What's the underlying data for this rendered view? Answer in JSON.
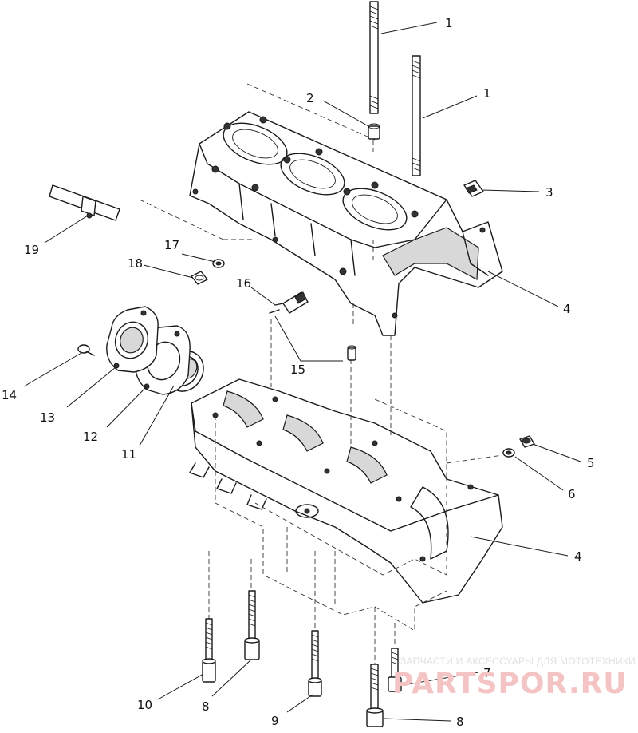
{
  "callouts": [
    {
      "id": "c1a",
      "text": "1"
    },
    {
      "id": "c1b",
      "text": "1"
    },
    {
      "id": "c2",
      "text": "2"
    },
    {
      "id": "c3",
      "text": "3"
    },
    {
      "id": "c4a",
      "text": "4"
    },
    {
      "id": "c4b",
      "text": "4"
    },
    {
      "id": "c5",
      "text": "5"
    },
    {
      "id": "c6",
      "text": "6"
    },
    {
      "id": "c7",
      "text": "7"
    },
    {
      "id": "c8a",
      "text": "8"
    },
    {
      "id": "c8b",
      "text": "8"
    },
    {
      "id": "c9",
      "text": "9"
    },
    {
      "id": "c10",
      "text": "10"
    },
    {
      "id": "c11",
      "text": "11"
    },
    {
      "id": "c12",
      "text": "12"
    },
    {
      "id": "c13",
      "text": "13"
    },
    {
      "id": "c14",
      "text": "14"
    },
    {
      "id": "c15",
      "text": "15"
    },
    {
      "id": "c16",
      "text": "16"
    },
    {
      "id": "c17",
      "text": "17"
    },
    {
      "id": "c18",
      "text": "18"
    },
    {
      "id": "c19",
      "text": "19"
    }
  ],
  "watermark": {
    "caption": "ЗАПЧАСТИ И АКСЕССУАРЫ ДЛЯ МОТОТЕХНИКИ",
    "logo": "PARTSPOR.RU"
  }
}
